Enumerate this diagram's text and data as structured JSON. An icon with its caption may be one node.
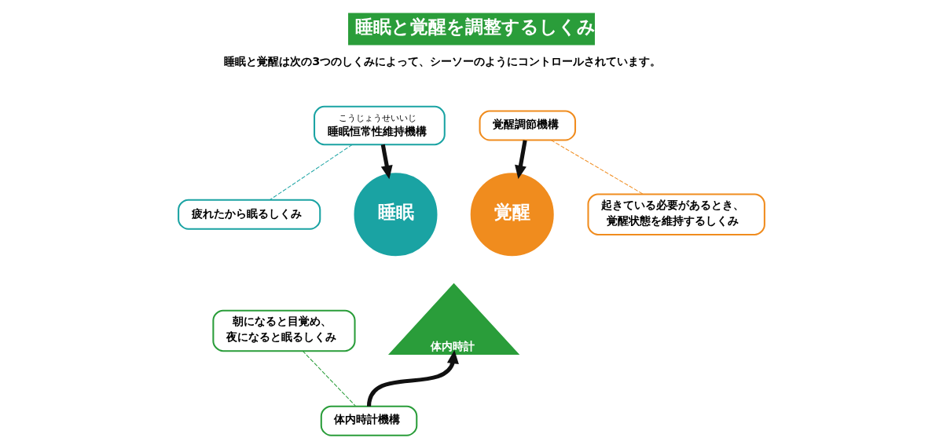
{
  "diagram": {
    "title": "睡眠と覚醒を調整するしくみ",
    "nodes": [
      {
        "text": [
          "こうじょうせいいじ",
          "睡眠恒常性維持機構"
        ]
      },
      {
        "text": [
          "覚醒調節機構"
        ]
      },
      {
        "text": [
          "疲れたから眠るしくみ"
        ]
      },
      {
        "text": [
          "睡眠"
        ]
      },
      {
        "text": [
          "覚醒"
        ]
      },
      {
        "text": [
          "起きている必要があるとき、覚醒状態を維持するしくみ"
        ]
      },
      {
        "text": [
          "体内時計"
        ]
      },
      {
        "text": [
          "朝になると目覚め、夜になると眠るしくみ"
        ]
      },
      {
        "text": [
          "体内時計機構"
        ]
      }
    ],
    "edges": [
      {
        "from": 0,
        "to": 3,
        "arrow": "to",
        "style": "thick"
      },
      {
        "from": 1,
        "to": 4,
        "arrow": "to",
        "style": "thick"
      },
      {
        "from": 0,
        "to": 2,
        "arrow": "none",
        "style": "dashed",
        "color": "#1aa3a3"
      },
      {
        "from": 1,
        "to": 5,
        "arrow": "none",
        "style": "dashed",
        "color": "#f08c1e"
      },
      {
        "from": 8,
        "to": 6,
        "arrow": "to",
        "style": "thick"
      },
      {
        "from": 7,
        "to": 8,
        "arrow": "none",
        "style": "dashed",
        "color": "#2a9d3a"
      }
    ],
    "labels": [
      "睡眠と覚醒は次の3つのしくみによって、シーソーのようにコントロールされています。"
    ]
  }
}
